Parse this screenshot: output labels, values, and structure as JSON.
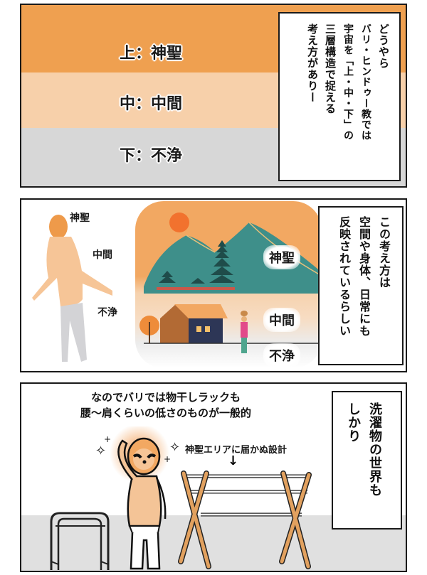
{
  "panel1": {
    "layers": [
      {
        "label": "上：神聖",
        "color": "#EFA050"
      },
      {
        "label": "中：中間",
        "color": "#F7D0AA"
      },
      {
        "label": "下：不浄",
        "color": "#D7D7D7"
      }
    ],
    "narration": [
      "どうやら",
      "バリ・ヒンドゥー教では",
      "宇宙を「上・中・下」の",
      "三層構造で捉える",
      "考え方がありー"
    ]
  },
  "panel2": {
    "body_labels": [
      "神聖",
      "中間",
      "不浄"
    ],
    "scene_labels": [
      "神聖",
      "中間",
      "不浄"
    ],
    "narration": [
      "この考え方は",
      "空間や身体、日常にも",
      "反映されているらしい"
    ],
    "colors": {
      "sky": "#F2A862",
      "sun": "#F2722E",
      "mountain": "#3E8F8A",
      "head": "#EE9A4A",
      "torso": "#F6C597",
      "legs": "#D3D3D6"
    }
  },
  "panel3": {
    "caption": [
      "なのでバリでは物干しラックも",
      "腰〜肩くらいの低さのものが一般的"
    ],
    "annotation": "神聖エリアに届かぬ設計",
    "arrow": "↓",
    "narration": [
      "洗濯物の世界も",
      "しかり"
    ],
    "colors": {
      "glow": "#F19A4E",
      "sloth": "#F4C497",
      "rack_wood": "#E2A15F",
      "floor": "#E0E0E0"
    }
  }
}
